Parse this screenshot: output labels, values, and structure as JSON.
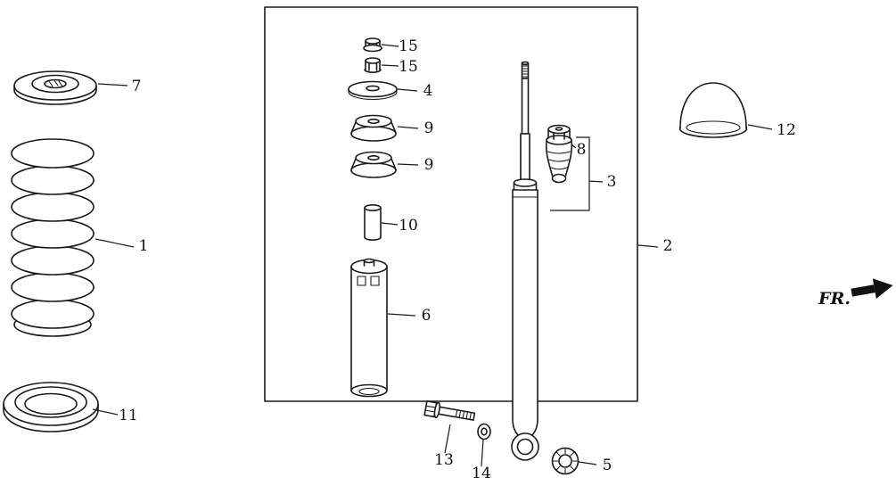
{
  "fr_label": "FR.",
  "callouts": {
    "1": "1",
    "2": "2",
    "3": "3",
    "4": "4",
    "5": "5",
    "6": "6",
    "7": "7",
    "8": "8",
    "9a": "9",
    "9b": "9",
    "10": "10",
    "11": "11",
    "12": "12",
    "13": "13",
    "14": "14",
    "15a": "15",
    "15b": "15"
  }
}
